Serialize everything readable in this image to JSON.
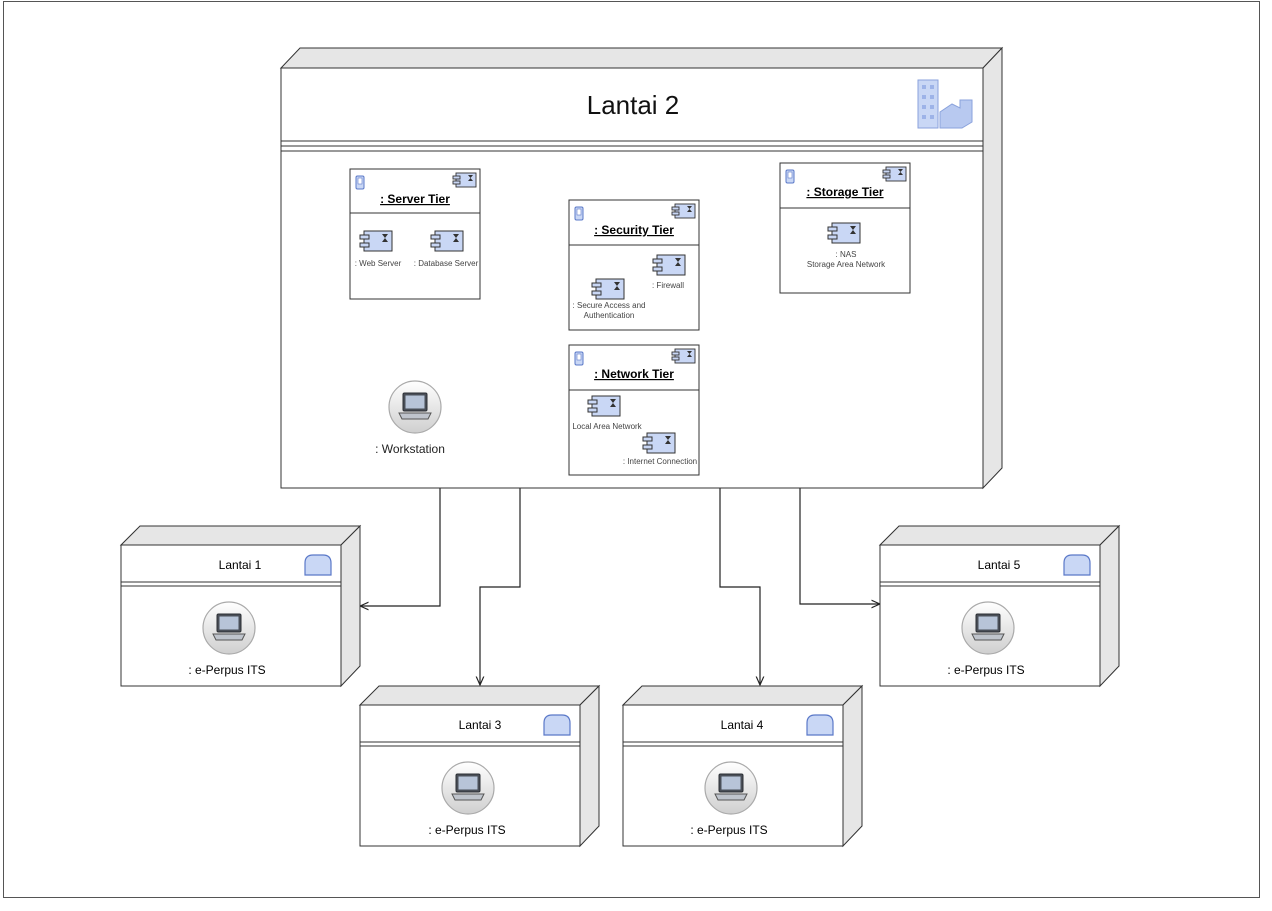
{
  "main_node": {
    "title": "Lantai 2",
    "server_tier": {
      "title": ": Server Tier",
      "components": [
        ": Web Server",
        ": Database Server"
      ]
    },
    "security_tier": {
      "title": ": Security Tier",
      "firewall": ": Firewall",
      "access_line1": ": Secure Access and",
      "access_line2": "Authentication"
    },
    "storage_tier": {
      "title": ": Storage Tier",
      "line1": ": NAS",
      "line2": "Storage Area Network"
    },
    "network_tier": {
      "title": ": Network Tier",
      "lan": "Local Area Network",
      "internet": ": Internet Connection"
    },
    "workstation": ": Workstation"
  },
  "floors": [
    {
      "title": "Lantai 1",
      "app": ": e-Perpus ITS"
    },
    {
      "title": "Lantai 3",
      "app": ": e-Perpus ITS"
    },
    {
      "title": "Lantai 4",
      "app": ": e-Perpus ITS"
    },
    {
      "title": "Lantai 5",
      "app": ": e-Perpus ITS"
    }
  ],
  "colors": {
    "icon_fill": "#c9d7f5",
    "icon_stroke": "#5a78c8",
    "node_side": "#e6e6e6",
    "line": "#222222"
  }
}
